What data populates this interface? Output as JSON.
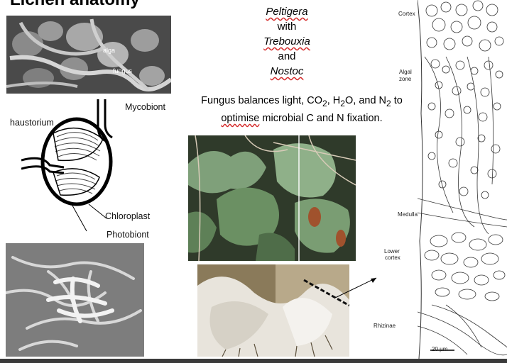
{
  "slide": {
    "title": "Lichen anatomy",
    "species": {
      "genus1": "Peltigera",
      "with": "with",
      "genus2": "Trebouxia",
      "and": "and",
      "genus3": "Nostoc"
    },
    "description": {
      "line1_a": "Fungus balances light, CO",
      "sub2a": "2",
      "line1_b": ", H",
      "sub2b": "2",
      "line1_c": "O, and N",
      "sub2c": "2",
      "line1_d": " to",
      "line2_a": "optimise",
      "line2_b": " microbial C and N fixation."
    },
    "sem_top": {
      "label_alga": "alga",
      "label_fungus": "fungus"
    },
    "diagram": {
      "mycobiont": "Mycobiont",
      "haustorium": "haustorium",
      "chloroplast": "Chloroplast",
      "photobiont": "Photobiont"
    },
    "section": {
      "cortex": "Cortex",
      "algal": "Algal",
      "zone": "zone",
      "medulla": "Medulla",
      "lower": "Lower",
      "lower_cortex": "cortex",
      "rhizinae": "Rhizinae",
      "scale": "20 µm"
    }
  }
}
